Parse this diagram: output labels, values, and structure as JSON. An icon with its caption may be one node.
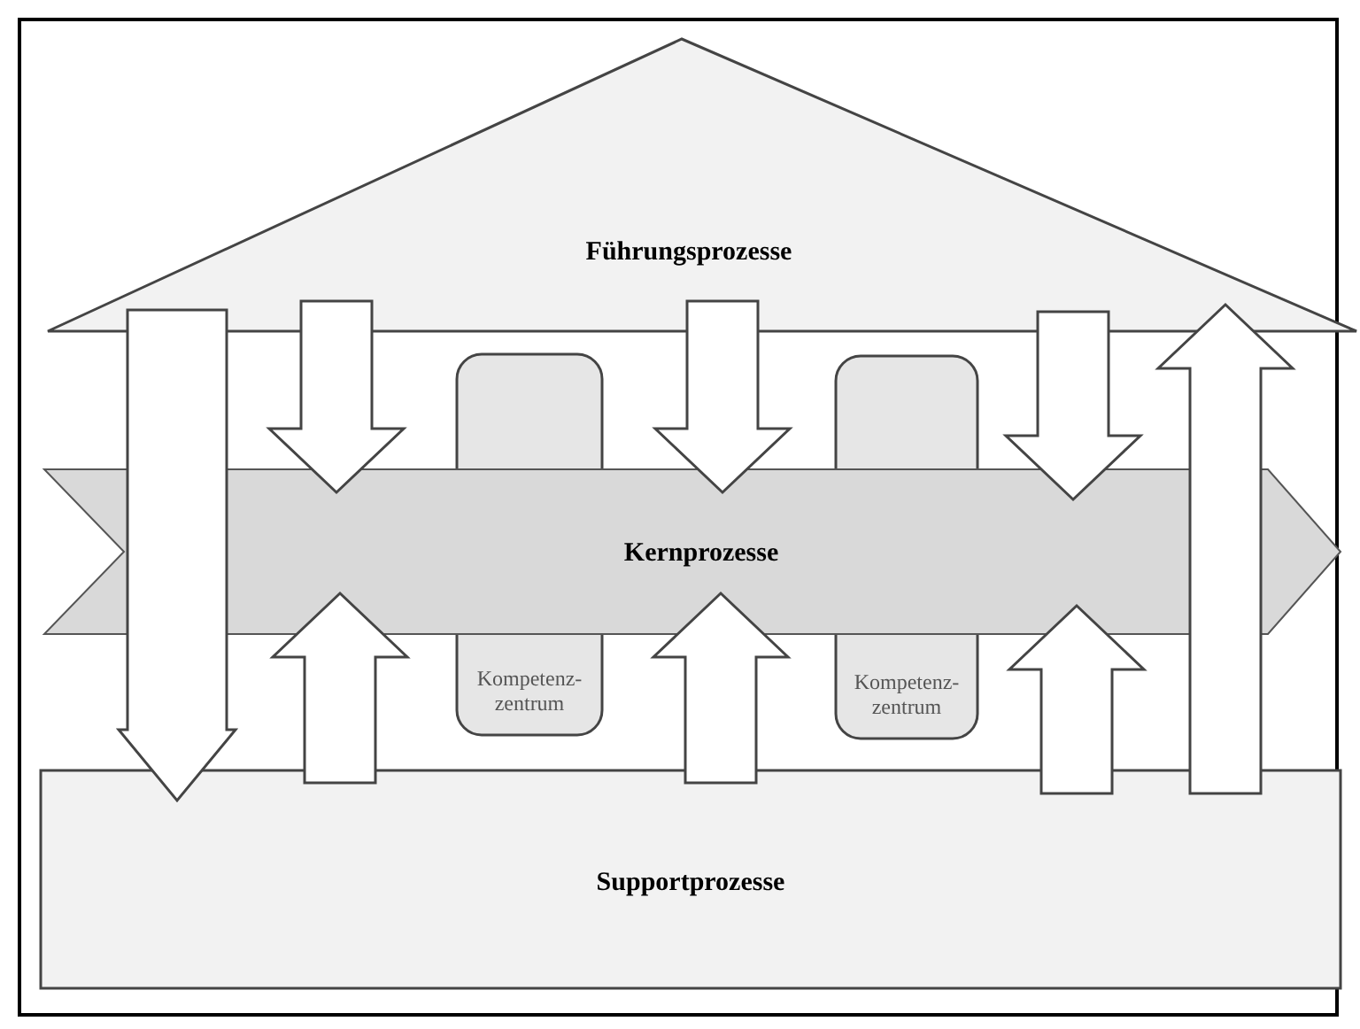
{
  "diagram": {
    "nodes": [
      {
        "text": [
          "Führungsprozesse"
        ]
      },
      {
        "text": [
          "Kernprozesse"
        ]
      },
      {
        "text": [
          "Kompetenz- zentrum"
        ]
      },
      {
        "text": [
          "Kompetenz- zentrum"
        ]
      },
      {
        "text": [
          "Supportprozesse"
        ]
      }
    ],
    "edges": [
      {
        "from": 0,
        "to": 4,
        "arrow": "to"
      },
      {
        "from": 0,
        "to": 1,
        "arrow": "to"
      },
      {
        "from": 0,
        "to": 1,
        "arrow": "to"
      },
      {
        "from": 0,
        "to": 1,
        "arrow": "to"
      },
      {
        "from": 4,
        "to": 1,
        "arrow": "to"
      },
      {
        "from": 4,
        "to": 1,
        "arrow": "to"
      },
      {
        "from": 4,
        "to": 1,
        "arrow": "to"
      },
      {
        "from": 4,
        "to": 0,
        "arrow": "to"
      }
    ]
  }
}
